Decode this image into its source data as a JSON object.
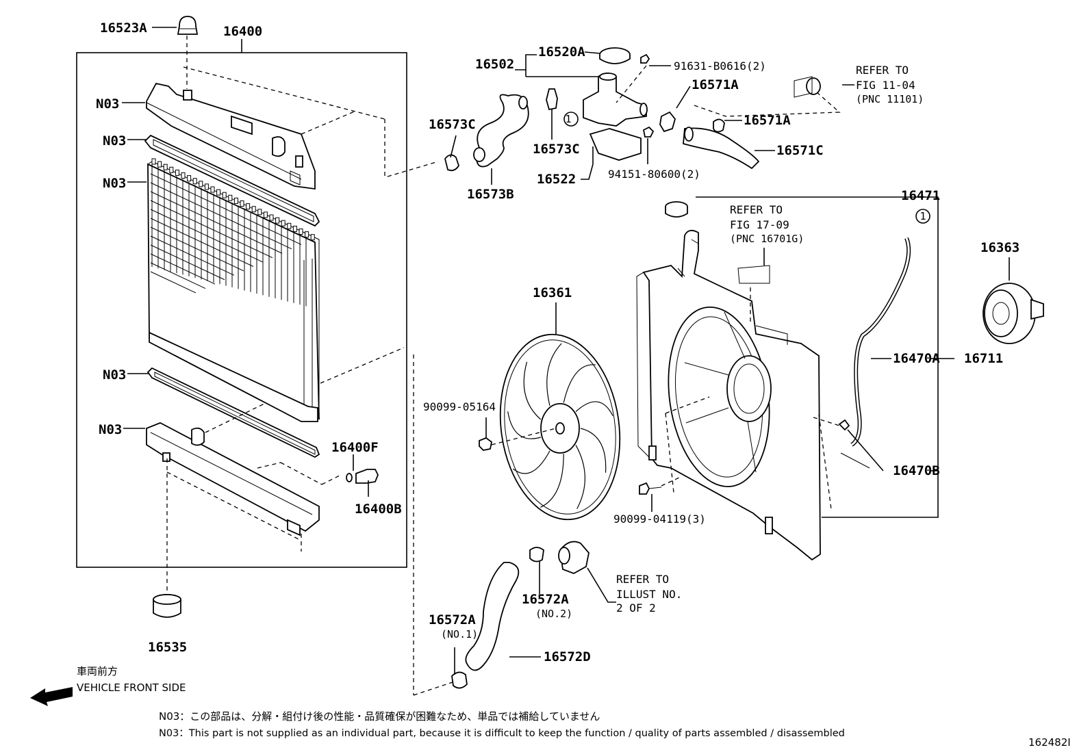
{
  "labels": {
    "p16523A": "16523A",
    "p16400": "16400",
    "n03_1": "N03",
    "n03_2": "N03",
    "n03_3": "N03",
    "n03_4": "N03",
    "n03_5": "N03",
    "p16400F": "16400F",
    "p16400B": "16400B",
    "p16535": "16535",
    "p16502": "16502",
    "p16520A": "16520A",
    "p91631": "91631-B0616(2)",
    "p16571A_1": "16571A",
    "p16571A_2": "16571A",
    "p16571C": "16571C",
    "p16573C_1": "16573C",
    "p16573C_2": "16573C",
    "p16573B": "16573B",
    "p16522": "16522",
    "p94151": "94151-80600(2)",
    "p16471": "16471",
    "p16363": "16363",
    "p16361": "16361",
    "p90099_05164": "90099-05164",
    "p90099_04119": "90099-04119(3)",
    "p16470A": "16470A",
    "p16711": "16711",
    "p16470B": "16470B",
    "p16572A_1": "16572A",
    "p16572A_1_sub": "(NO.2)",
    "p16572A_2": "16572A",
    "p16572A_2_sub": "(NO.1)",
    "p16572D": "16572D",
    "callout_1": "1",
    "callout_2": "1"
  },
  "refs": {
    "fig11": [
      "REFER TO",
      "FIG 11-04",
      "(PNC 11101)"
    ],
    "fig17": [
      "REFER TO",
      "FIG 17-09",
      "(PNC 16701G)"
    ],
    "illust": [
      "REFER TO",
      "ILLUST NO.",
      "2 OF 2"
    ]
  },
  "direction": {
    "jp": "車両前方",
    "en": "VEHICLE FRONT SIDE"
  },
  "notes": {
    "jp": "N03：この部品は、分解・組付け後の性能・品質確保が困難なため、単品では補給していません",
    "en": "N03：This part is not supplied as an individual part, because it is difficult to keep the function / quality of parts assembled / disassembled"
  },
  "diagram_id": "162482I"
}
